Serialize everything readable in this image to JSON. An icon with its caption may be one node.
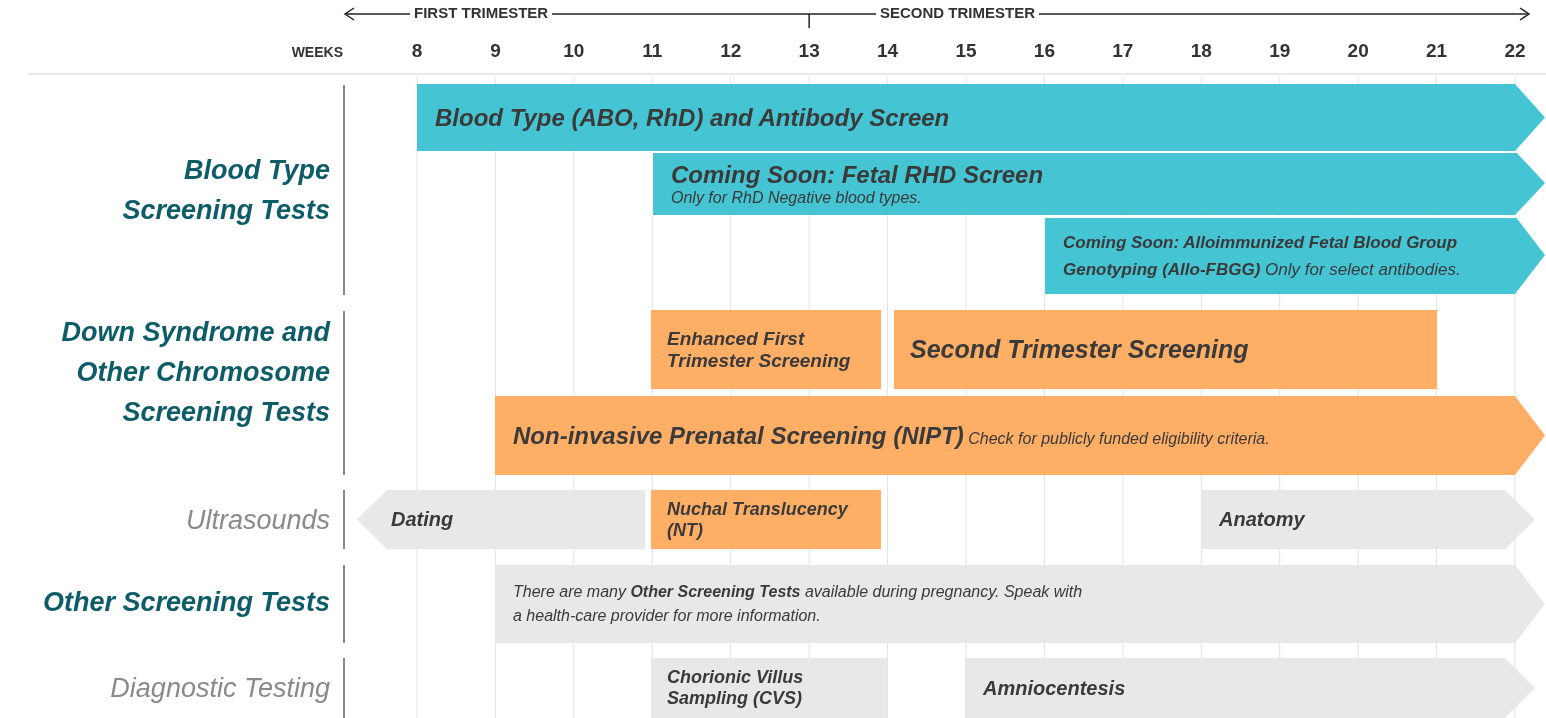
{
  "diagram": {
    "nodes": [
      {
        "text": [
          "Blood Type (ABO, RhD) and Antibody Screen"
        ]
      },
      {
        "text": [
          "Coming Soon: Fetal RHD Screen",
          "Only for RhD Negative blood types."
        ]
      },
      {
        "text": [
          "Coming Soon: Alloimmunized Fetal Blood Group Genotyping (Allo-FBGG)",
          "Only for select antibodies."
        ]
      },
      {
        "text": [
          "Enhanced First Trimester Screening"
        ]
      },
      {
        "text": [
          "Second Trimester Screening"
        ]
      },
      {
        "text": [
          "Non-invasive Prenatal Screening (NIPT)",
          "Check for publicly funded eligibility criteria."
        ]
      },
      {
        "text": [
          "Dating"
        ]
      },
      {
        "text": [
          "Nuchal Translucency (NT)"
        ]
      },
      {
        "text": [
          "Anatomy"
        ]
      },
      {
        "text": [
          "There are many **Other Screening Tests** available during pregnancy. Speak with a health-care provider for more information."
        ]
      },
      {
        "text": [
          "Chorionic Villus Sampling (CVS)"
        ]
      },
      {
        "text": [
          "Amniocentesis"
        ]
      }
    ],
    "labels": [
      "FIRST TRIMESTER",
      "SECOND TRIMESTER",
      "WEEKS",
      "8",
      "9",
      "10",
      "11",
      "12",
      "13",
      "14",
      "15",
      "16",
      "17",
      "18",
      "19",
      "20",
      "21",
      "22",
      "Blood Type Screening Tests",
      "Down Syndrome and Other Chromosome Screening Tests",
      "Ultrasounds",
      "Other Screening Tests",
      "Diagnostic Testing"
    ]
  }
}
